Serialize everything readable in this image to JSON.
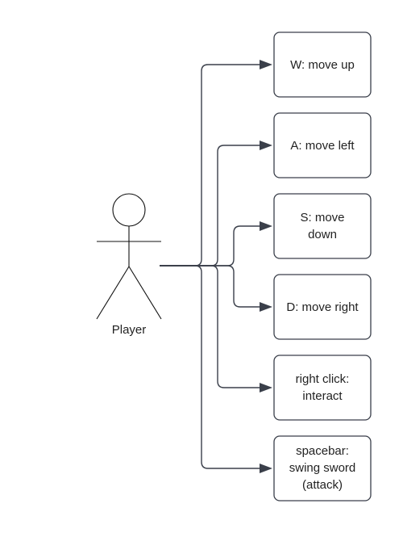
{
  "actor": {
    "label": "Player"
  },
  "actions": [
    {
      "id": "w",
      "lines": [
        "W: move up"
      ]
    },
    {
      "id": "a",
      "lines": [
        "A: move left"
      ]
    },
    {
      "id": "s",
      "lines": [
        "S: move",
        "down"
      ]
    },
    {
      "id": "d",
      "lines": [
        "D: move right"
      ]
    },
    {
      "id": "right-click",
      "lines": [
        "right click:",
        "interact"
      ]
    },
    {
      "id": "spacebar",
      "lines": [
        "spacebar:",
        "swing sword",
        "(attack)"
      ]
    }
  ],
  "colors": {
    "stroke": "#3a3f4a",
    "text": "#222222",
    "actor": "#111111"
  }
}
